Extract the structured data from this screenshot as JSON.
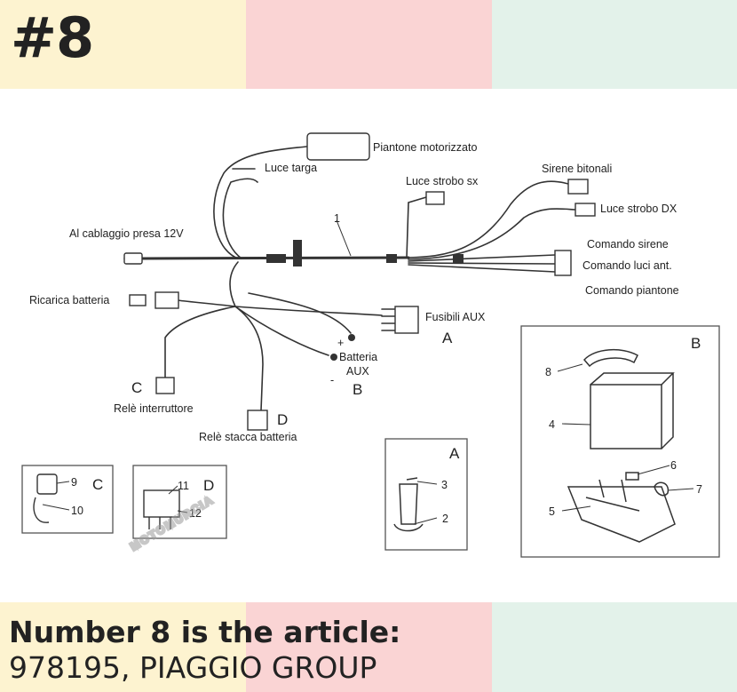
{
  "header": {
    "number": "#8",
    "colors": [
      "#fdf3d0",
      "#fad4d4",
      "#e3f2ea"
    ]
  },
  "diagram": {
    "labels": {
      "piantone_motorizzato": "Piantone motorizzato",
      "luce_targa": "Luce targa",
      "luce_strobo_sx": "Luce strobo sx",
      "sirene_bitonali": "Sirene bitonali",
      "luce_strobo_dx": "Luce strobo DX",
      "comando_sirene": "Comando sirene",
      "comando_luci_ant": "Comando luci ant.",
      "comando_piantone": "Comando piantone",
      "al_cablaggio": "Al cablaggio presa 12V",
      "ricarica_batteria": "Ricarica batteria",
      "fusibili_aux": "Fusibili AUX",
      "batteria_aux_1": "Batteria",
      "batteria_aux_2": "AUX",
      "rele_interruttore": "Relè interruttore",
      "rele_stacca_batteria": "Relè stacca batteria",
      "part_1": "1",
      "part_2": "2",
      "part_3": "3",
      "part_4": "4",
      "part_5": "5",
      "part_6": "6",
      "part_7": "7",
      "part_8": "8",
      "part_9": "9",
      "part_10": "10",
      "part_11": "11",
      "part_12": "12",
      "letter_a": "A",
      "letter_b": "B",
      "letter_c": "C",
      "letter_d": "D",
      "plus": "+",
      "minus": "-"
    },
    "watermark": "MOTOMURCIA"
  },
  "footer": {
    "line1": "Number 8 is the article:",
    "line2": "978195, PIAGGIO GROUP"
  }
}
